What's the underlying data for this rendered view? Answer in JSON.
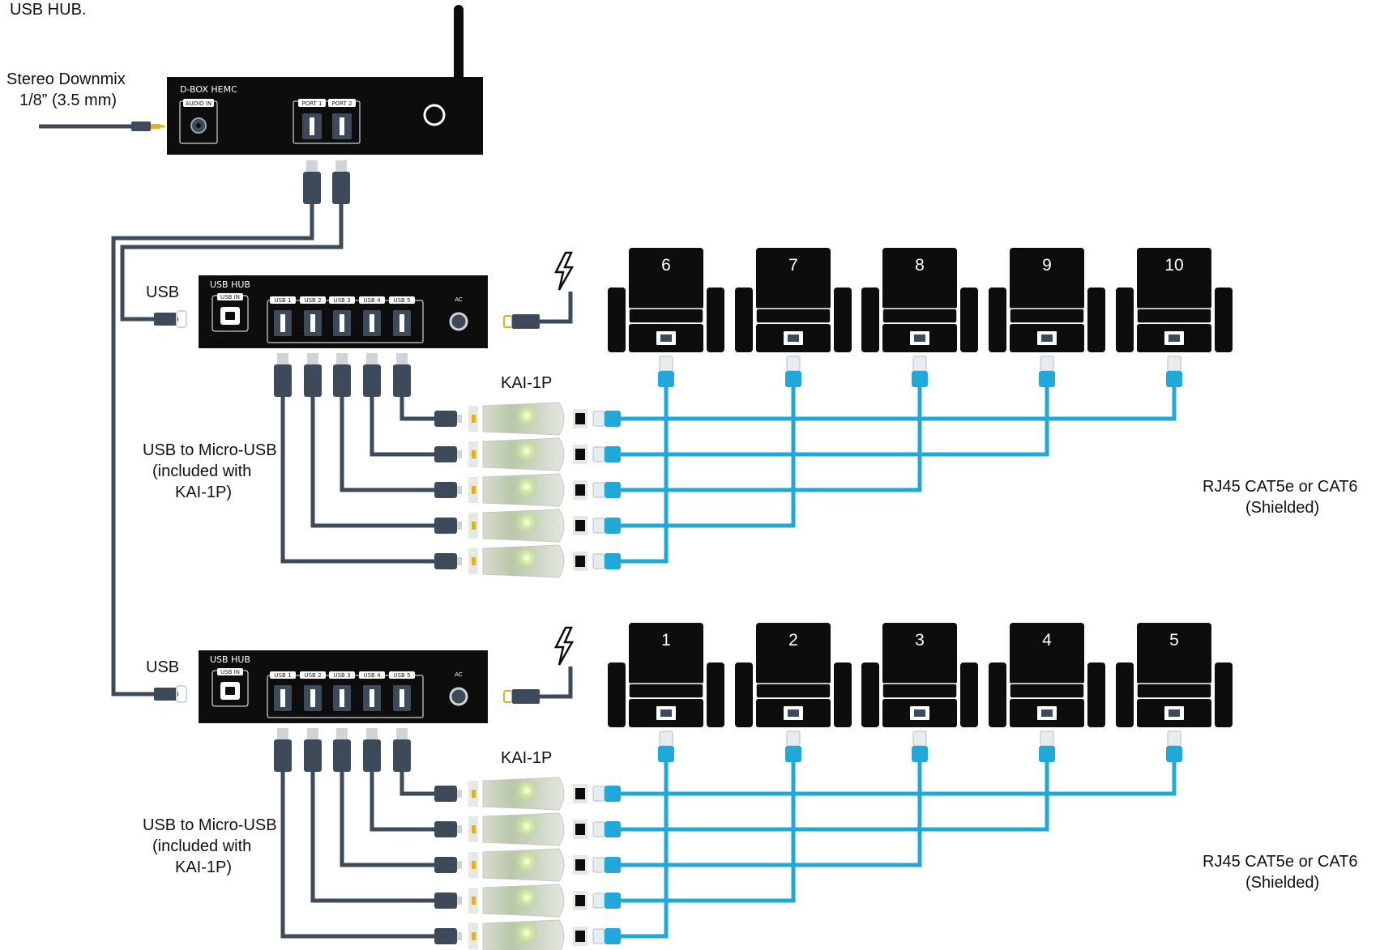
{
  "header_fragment": "USB HUB.",
  "audio": {
    "line1": "Stereo Downmix",
    "line2": "1/8” (3.5 mm)"
  },
  "dbox": {
    "title": "D-BOX HEMC",
    "audio_in": "AUDIO IN",
    "port1": "PORT 1",
    "port2": "PORT 2"
  },
  "hubs": [
    {
      "side_label": "USB",
      "title": "USB HUB",
      "usb_in": "USB IN",
      "ports": [
        "USB 1",
        "USB 2",
        "USB 3",
        "USB 4",
        "USB 5"
      ],
      "ac": "AC",
      "kai_label": "KAI-1P",
      "micro_usb_label": [
        "USB to Micro-USB",
        "(included with",
        "KAI-1P)"
      ],
      "rj45_label": [
        "RJ45 CAT5e or CAT6",
        "(Shielded)"
      ],
      "seats": [
        "6",
        "7",
        "8",
        "9",
        "10"
      ]
    },
    {
      "side_label": "USB",
      "title": "USB HUB",
      "usb_in": "USB IN",
      "ports": [
        "USB 1",
        "USB 2",
        "USB 3",
        "USB 4",
        "USB 5"
      ],
      "ac": "AC",
      "kai_label": "KAI-1P",
      "micro_usb_label": [
        "USB to Micro-USB",
        "(included with",
        "KAI-1P)"
      ],
      "rj45_label": [
        "RJ45 CAT5e or CAT6",
        "(Shielded)"
      ],
      "seats": [
        "1",
        "2",
        "3",
        "4",
        "5"
      ]
    }
  ],
  "colors": {
    "device": "#0d0d0d",
    "usb_cable": "#3d4a5a",
    "ethernet_cable": "#1fa8d8",
    "plug_gold": "#e0b020"
  }
}
